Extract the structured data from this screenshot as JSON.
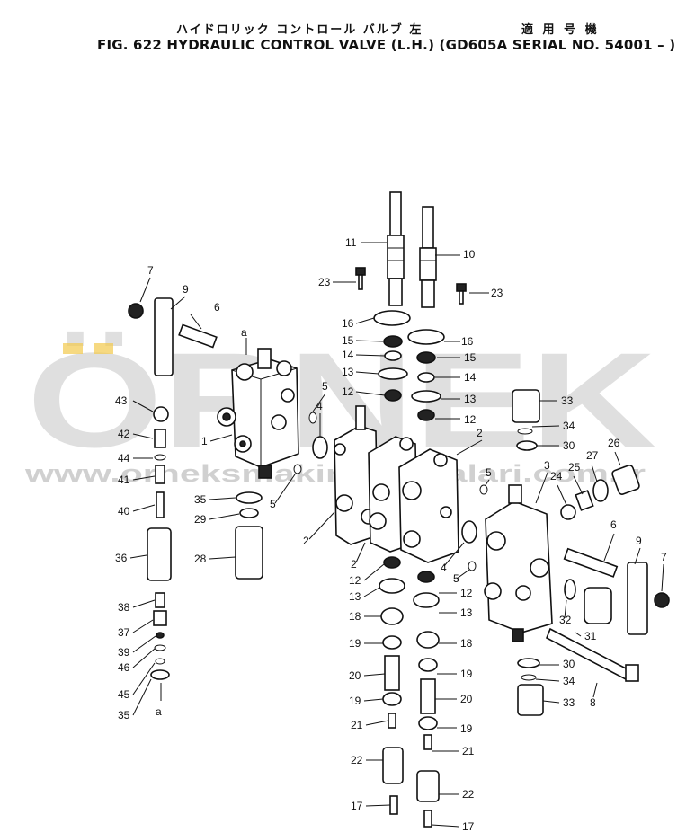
{
  "header": {
    "jp_title": "ハイドロリック コントロール バルブ 左",
    "jp_applicability": "適 用 号 機",
    "fig_title": "FIG. 622  HYDRAULIC CONTROL VALVE (L.H.) (GD605A SERIAL NO. 54001 – )"
  },
  "watermark": {
    "brand": "ÖRNEK",
    "url": "www.orneksmakineparcalari.com.tr",
    "color": "#bdbdbd",
    "accent": "#f2c94c"
  },
  "callouts": {
    "c1": "1",
    "c2a": "2",
    "c2b": "2",
    "c2c": "2",
    "c3": "3",
    "c4a": "4",
    "c4b": "4",
    "c5a": "5",
    "c5b": "5",
    "c5c": "5",
    "c5d": "5",
    "c6a": "6",
    "c6b": "6",
    "c7a": "7",
    "c7b": "7",
    "c8": "8",
    "c9a": "9",
    "c9b": "9",
    "c10": "10",
    "c11": "11",
    "c12a": "12",
    "c12b": "12",
    "c12c": "12",
    "c12d": "12",
    "c13a": "13",
    "c13b": "13",
    "c13c": "13",
    "c13d": "13",
    "c14a": "14",
    "c14b": "14",
    "c15a": "15",
    "c15b": "15",
    "c16a": "16",
    "c16b": "16",
    "c17a": "17",
    "c17b": "17",
    "c18a": "18",
    "c18b": "18",
    "c19a": "19",
    "c19b": "19",
    "c19c": "19",
    "c19d": "19",
    "c20a": "20",
    "c20b": "20",
    "c21a": "21",
    "c21b": "21",
    "c22a": "22",
    "c22b": "22",
    "c23a": "23",
    "c23b": "23",
    "c24": "24",
    "c25": "25",
    "c26": "26",
    "c27": "27",
    "c28": "28",
    "c29": "29",
    "c30a": "30",
    "c30b": "30",
    "c31": "31",
    "c32": "32",
    "c33a": "33",
    "c33b": "33",
    "c34a": "34",
    "c34b": "34",
    "c35a": "35",
    "c35b": "35",
    "c36": "36",
    "c37": "37",
    "c38": "38",
    "c39": "39",
    "c40": "40",
    "c41": "41",
    "c42": "42",
    "c43": "43",
    "c44": "44",
    "c45": "45",
    "c46": "46",
    "refa1": "a",
    "refa2": "a"
  }
}
